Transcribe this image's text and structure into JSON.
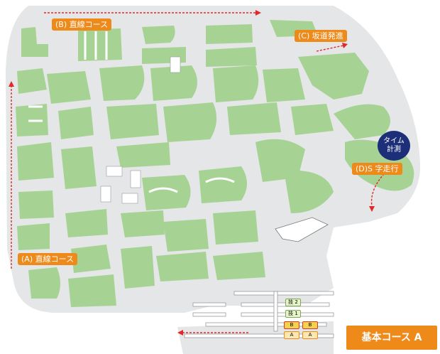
{
  "labels": {
    "straight_b": "(B) 直線コース",
    "slope_c": "(C) 坂道発進",
    "s_turn_d": "(D)S 字走行",
    "straight_a": "(A) 直線コース"
  },
  "timer": {
    "line1": "タイム",
    "line2": "計測"
  },
  "course_title": "基本コース A",
  "tags": {
    "kou2": "技 2",
    "kou1": "技 1",
    "b": "B",
    "a": "A"
  },
  "colors": {
    "ground": "#e5e6e7",
    "green": "#a6d394",
    "orange": "#ee8a1a",
    "arrow": "#e02a2a",
    "navy": "#1c2f78"
  }
}
